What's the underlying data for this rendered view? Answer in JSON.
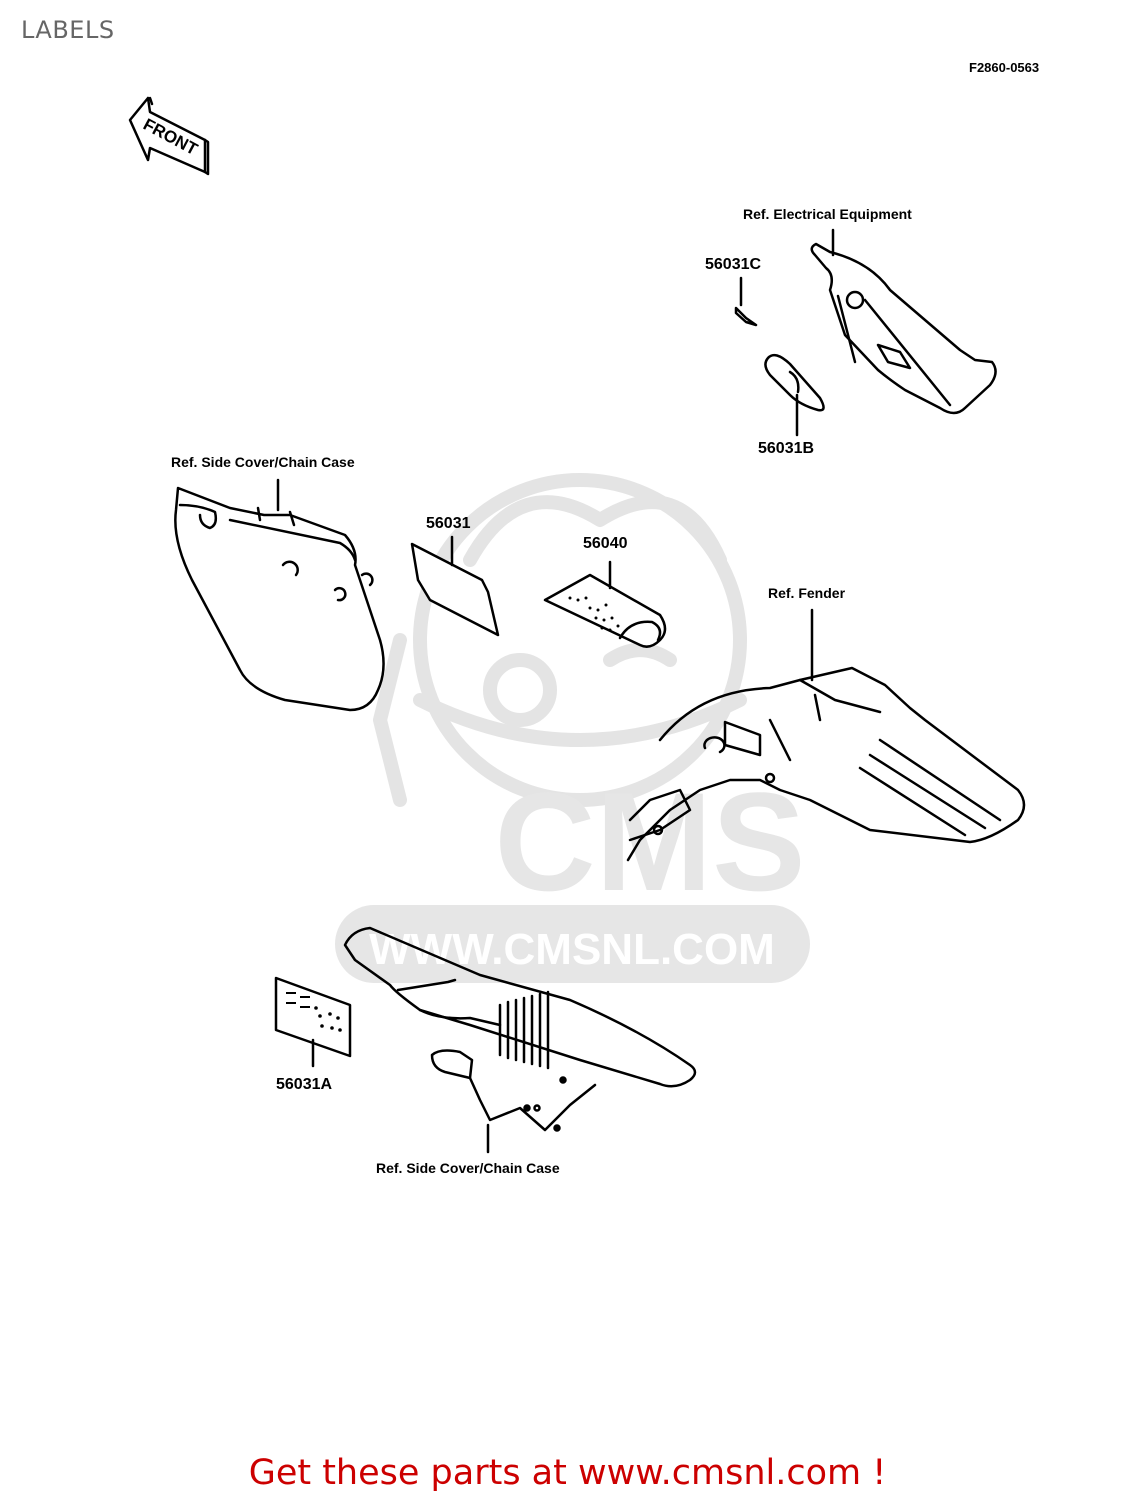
{
  "page": {
    "title": "LABELS",
    "diagram_code": "F2860-0563"
  },
  "orientation": {
    "front_arrow_text": "FRONT"
  },
  "callouts": {
    "ref_electrical": "Ref. Electrical Equipment",
    "ref_side_cover_top": "Ref. Side Cover/Chain Case",
    "ref_fender": "Ref. Fender",
    "ref_side_cover_bottom": "Ref. Side Cover/Chain Case"
  },
  "parts": [
    {
      "number": "56031C"
    },
    {
      "number": "56031B"
    },
    {
      "number": "56031"
    },
    {
      "number": "56040"
    },
    {
      "number": "56031A"
    }
  ],
  "watermark": {
    "brand": "CMS",
    "url": "WWW.CMSNL.COM",
    "color": "#e6e6e6"
  },
  "footer": {
    "text": "Get these parts at www.cmsnl.com !",
    "color": "#cc0000"
  }
}
